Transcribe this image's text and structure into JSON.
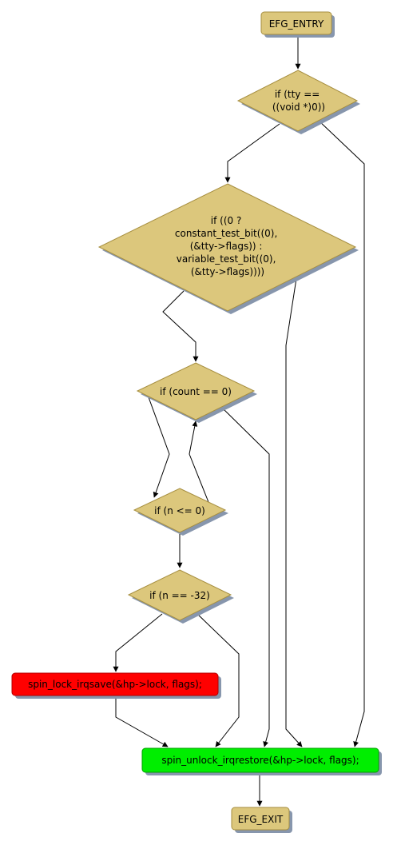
{
  "colors": {
    "node_fill": "#dcc77c",
    "node_stroke": "#a68e3f",
    "shadow": "#8796ad",
    "error_fill": "#ff0000",
    "error_stroke": "#b30000",
    "ok_fill": "#00ee00",
    "ok_stroke": "#00a000",
    "edge": "#000000"
  },
  "nodes": {
    "entry": {
      "label": "EFG_ENTRY"
    },
    "cond_tty": {
      "lines": [
        "if (tty ==",
        "((void *)0))"
      ]
    },
    "cond_test_bit": {
      "lines": [
        "if ((0 ?",
        "constant_test_bit((0),",
        "(&tty->flags)) :",
        "variable_test_bit((0),",
        "(&tty->flags))))"
      ]
    },
    "cond_count": {
      "label": "if (count == 0)"
    },
    "cond_n_le": {
      "label": "if (n <= 0)"
    },
    "cond_n_eq": {
      "label": "if (n == -32)"
    },
    "lock_save": {
      "label": "spin_lock_irqsave(&hp->lock, flags);"
    },
    "unlock_restore": {
      "label": "spin_unlock_irqrestore(&hp->lock, flags);"
    },
    "exit": {
      "label": "EFG_EXIT"
    }
  }
}
